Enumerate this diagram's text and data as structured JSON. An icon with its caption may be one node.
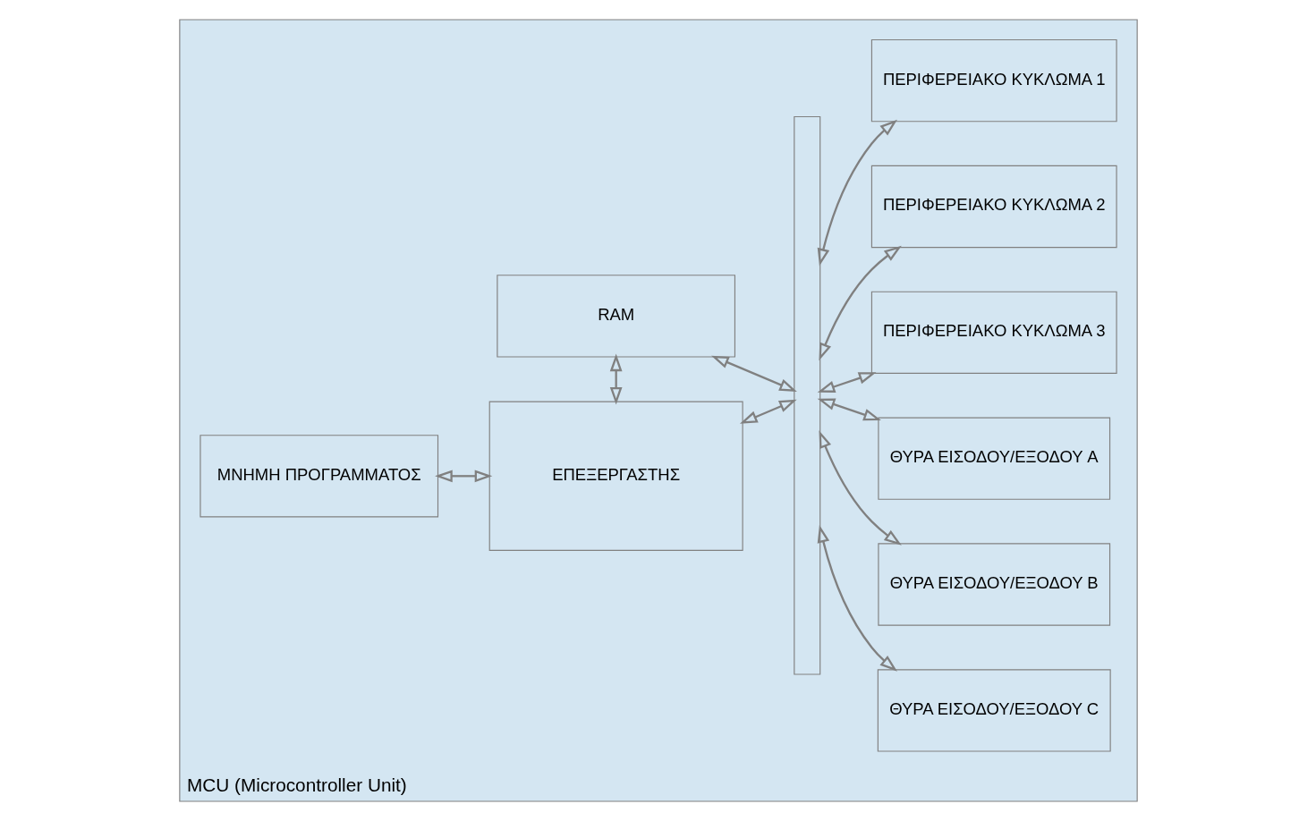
{
  "diagram": {
    "nodes": [
      {
        "text": [
          "MCU (Microcontroller Unit)"
        ]
      },
      {
        "text": [
          "RAM"
        ],
        "in": 0
      },
      {
        "text": [
          "ΜΝΗΜΗ ΠΡΟΓΡΑΜΜΑΤΟΣ"
        ],
        "in": 0
      },
      {
        "text": [
          "ΕΠΕΞΕΡΓΑΣΤΗΣ"
        ],
        "in": 0
      },
      {
        "text": [],
        "shape": "bar",
        "in": 0
      },
      {
        "text": [
          "ΠΕΡΙΦΕΡΕΙΑΚΟ ΚΥΚΛΩΜΑ 1"
        ],
        "in": 0
      },
      {
        "text": [
          "ΠΕΡΙΦΕΡΕΙΑΚΟ ΚΥΚΛΩΜΑ 2"
        ],
        "in": 0
      },
      {
        "text": [
          "ΠΕΡΙΦΕΡΕΙΑΚΟ ΚΥΚΛΩΜΑ 3"
        ],
        "in": 0
      },
      {
        "text": [
          "ΘΥΡΑ ΕΙΣΟΔΟΥ/ΕΞΟΔΟΥ A"
        ],
        "in": 0
      },
      {
        "text": [
          "ΘΥΡΑ ΕΙΣΟΔΟΥ/ΕΞΟΔΟΥ B"
        ],
        "in": 0
      },
      {
        "text": [
          "ΘΥΡΑ ΕΙΣΟΔΟΥ/ΕΞΟΔΟΥ C"
        ],
        "in": 0
      }
    ],
    "edges": [
      {
        "from": 1,
        "to": 4,
        "arrow": "both"
      },
      {
        "from": 1,
        "to": 3,
        "arrow": "both"
      },
      {
        "from": 2,
        "to": 3,
        "arrow": "both"
      },
      {
        "from": 3,
        "to": 4,
        "arrow": "both"
      },
      {
        "from": 4,
        "to": 5,
        "arrow": "both"
      },
      {
        "from": 4,
        "to": 6,
        "arrow": "both"
      },
      {
        "from": 4,
        "to": 7,
        "arrow": "both"
      },
      {
        "from": 4,
        "to": 8,
        "arrow": "both"
      },
      {
        "from": 4,
        "to": 9,
        "arrow": "both"
      },
      {
        "from": 4,
        "to": 10,
        "arrow": "both"
      }
    ]
  }
}
